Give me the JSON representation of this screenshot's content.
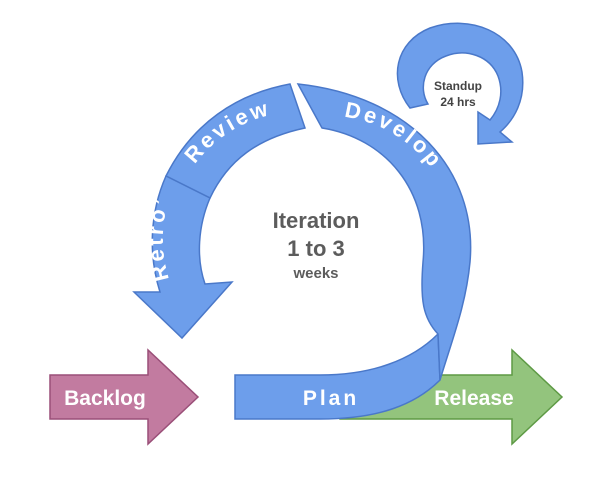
{
  "colors": {
    "cycle": "#6d9eeb",
    "cycle_stroke": "#4a78c9",
    "backlog": "#c27ba0",
    "backlog_stroke": "#9a4f78",
    "release": "#93c47d",
    "release_stroke": "#5e9a45",
    "center_text": "#5c5c5c"
  },
  "arrows": {
    "backlog": "Backlog",
    "release": "Release",
    "plan": "Plan"
  },
  "phases": {
    "develop": "Develop",
    "review": "Review",
    "retro": "Retro’"
  },
  "standup": {
    "line1": "Standup",
    "line2": "24 hrs"
  },
  "center": {
    "line1": "Iteration",
    "line2": "1 to 3",
    "line3": "weeks"
  }
}
